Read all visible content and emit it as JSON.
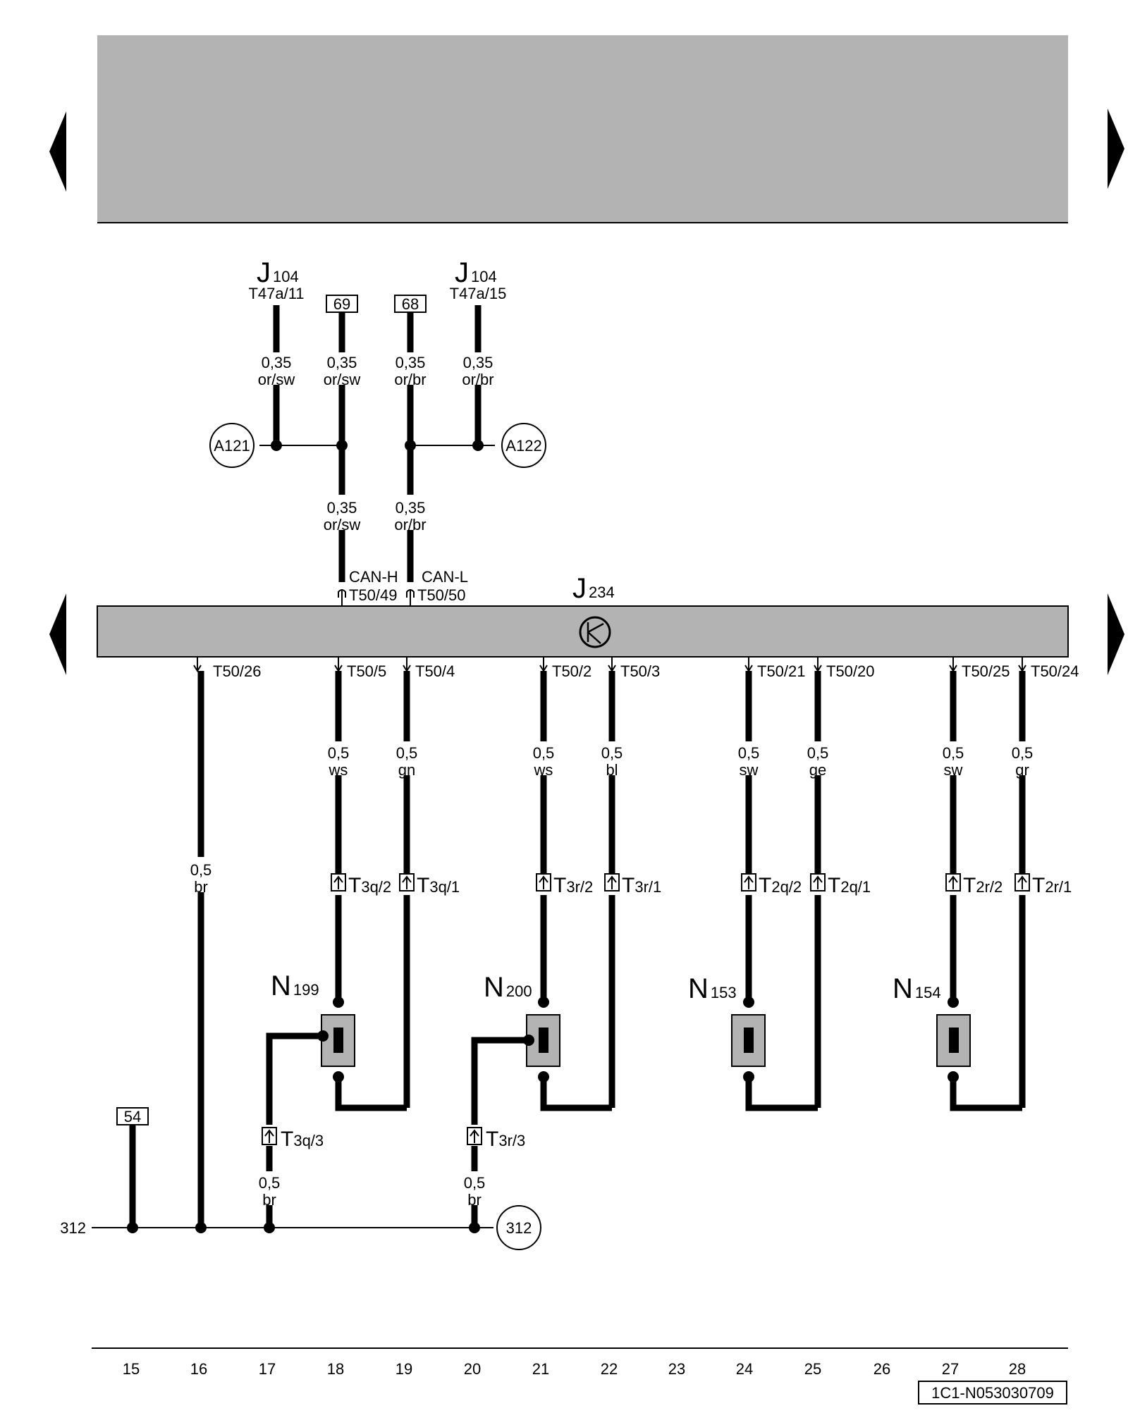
{
  "components": {
    "j104_left": {
      "id": "J",
      "sub": "104",
      "pin": "T47a/11"
    },
    "j104_right": {
      "id": "J",
      "sub": "104",
      "pin": "T47a/15"
    },
    "j234": {
      "id": "J",
      "sub": "234"
    },
    "n199": {
      "id": "N",
      "sub": "199"
    },
    "n200": {
      "id": "N",
      "sub": "200"
    },
    "n153": {
      "id": "N",
      "sub": "153"
    },
    "n154": {
      "id": "N",
      "sub": "154"
    }
  },
  "boxes": {
    "b69": "69",
    "b68": "68",
    "b54": "54"
  },
  "circles": {
    "a121": "A121",
    "a122": "A122",
    "c312": "312"
  },
  "ground_label": "312",
  "wires_top": [
    {
      "size": "0,35",
      "color": "or/sw"
    },
    {
      "size": "0,35",
      "color": "or/sw"
    },
    {
      "size": "0,35",
      "color": "or/br"
    },
    {
      "size": "0,35",
      "color": "or/br"
    }
  ],
  "wires_mid": [
    {
      "size": "0,35",
      "color": "or/sw"
    },
    {
      "size": "0,35",
      "color": "or/br"
    }
  ],
  "can": {
    "h_label": "CAN-H",
    "h_pin": "T50/49",
    "l_label": "CAN-L",
    "l_pin": "T50/50"
  },
  "pins_bottom": [
    "T50/26",
    "T50/5",
    "T50/4",
    "T50/2",
    "T50/3",
    "T50/21",
    "T50/20",
    "T50/25",
    "T50/24"
  ],
  "wires_bottom": [
    {
      "size": "0,5",
      "color": "br"
    },
    {
      "size": "0,5",
      "color": "ws"
    },
    {
      "size": "0,5",
      "color": "gn"
    },
    {
      "size": "0,5",
      "color": "ws"
    },
    {
      "size": "0,5",
      "color": "bl"
    },
    {
      "size": "0,5",
      "color": "sw"
    },
    {
      "size": "0,5",
      "color": "ge"
    },
    {
      "size": "0,5",
      "color": "sw"
    },
    {
      "size": "0,5",
      "color": "gr"
    }
  ],
  "connectors": [
    {
      "main": "T",
      "sub": "3q/2"
    },
    {
      "main": "T",
      "sub": "3q/1"
    },
    {
      "main": "T",
      "sub": "3r/2"
    },
    {
      "main": "T",
      "sub": "3r/1"
    },
    {
      "main": "T",
      "sub": "2q/2"
    },
    {
      "main": "T",
      "sub": "2q/1"
    },
    {
      "main": "T",
      "sub": "2r/2"
    },
    {
      "main": "T",
      "sub": "2r/1"
    },
    {
      "main": "T",
      "sub": "3q/3"
    },
    {
      "main": "T",
      "sub": "3r/3"
    }
  ],
  "wires_ground": [
    {
      "size": "0,5",
      "color": "br"
    },
    {
      "size": "0,5",
      "color": "br"
    }
  ],
  "ruler": [
    "15",
    "16",
    "17",
    "18",
    "19",
    "20",
    "21",
    "22",
    "23",
    "24",
    "25",
    "26",
    "27",
    "28"
  ],
  "doc_id": "1C1-N053030709",
  "colors": {
    "grey_band": "#b3b3b3",
    "component_fill": "#b3b3b3",
    "wire": "#000000"
  }
}
